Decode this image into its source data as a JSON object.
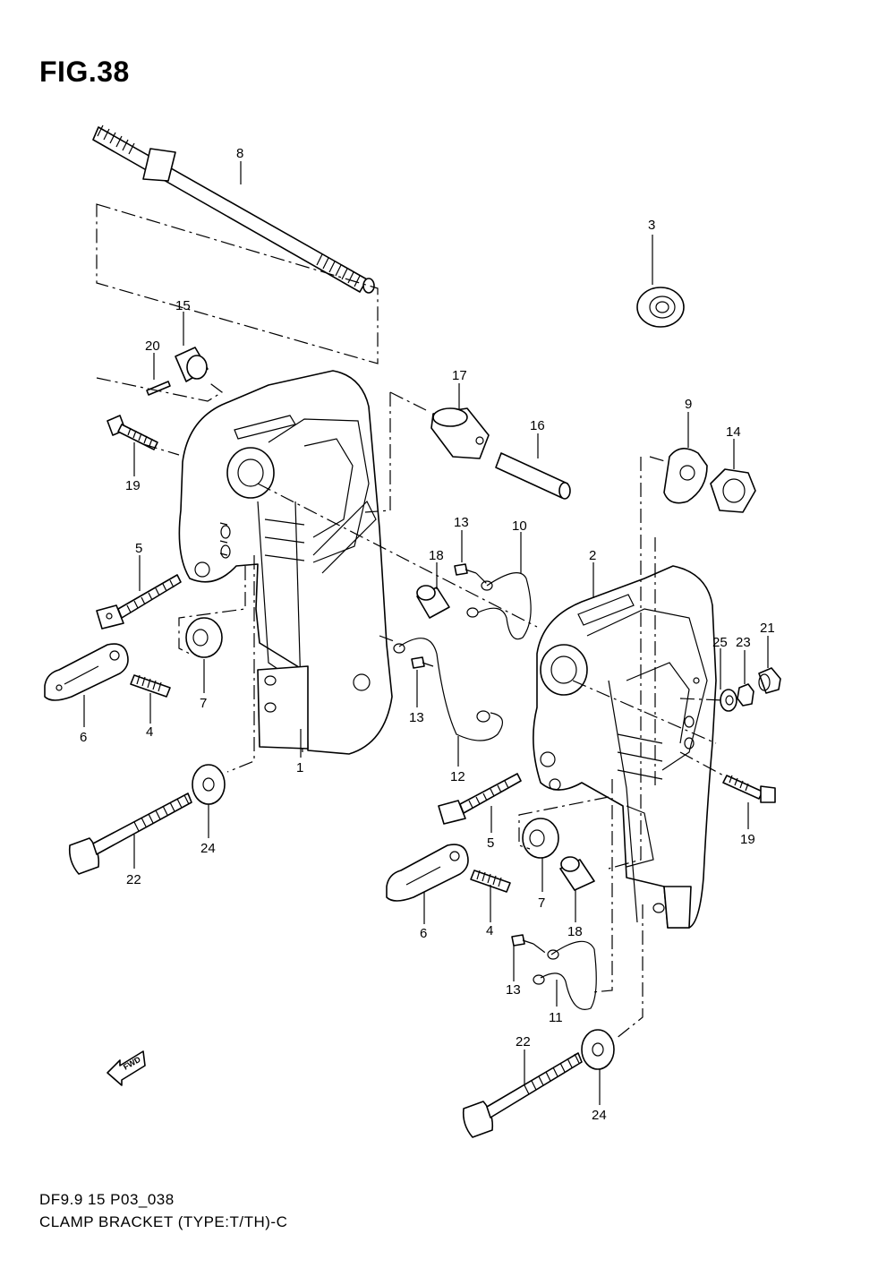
{
  "figure": {
    "title": "FIG.38"
  },
  "footer": {
    "code": "DF9.9 15 P03_038",
    "name": "CLAMP BRACKET (TYPE:T/TH)-C"
  },
  "fwd_label": "FWD",
  "callouts": {
    "c8": "8",
    "c3": "3",
    "c15": "15",
    "c20": "20",
    "c17": "17",
    "c16": "16",
    "c9": "9",
    "c14": "14",
    "c19a": "19",
    "c13a": "13",
    "c10": "10",
    "c2": "2",
    "c18a": "18",
    "c5a": "5",
    "c21": "21",
    "c25": "25",
    "c23": "23",
    "c7a": "7",
    "c6a": "6",
    "c4a": "4",
    "c13b": "13",
    "c1": "1",
    "c12": "12",
    "c19b": "19",
    "c24a": "24",
    "c22a": "22",
    "c5b": "5",
    "c7b": "7",
    "c18b": "18",
    "c6b": "6",
    "c4b": "4",
    "c13c": "13",
    "c11": "11",
    "c22b": "22",
    "c24b": "24"
  }
}
